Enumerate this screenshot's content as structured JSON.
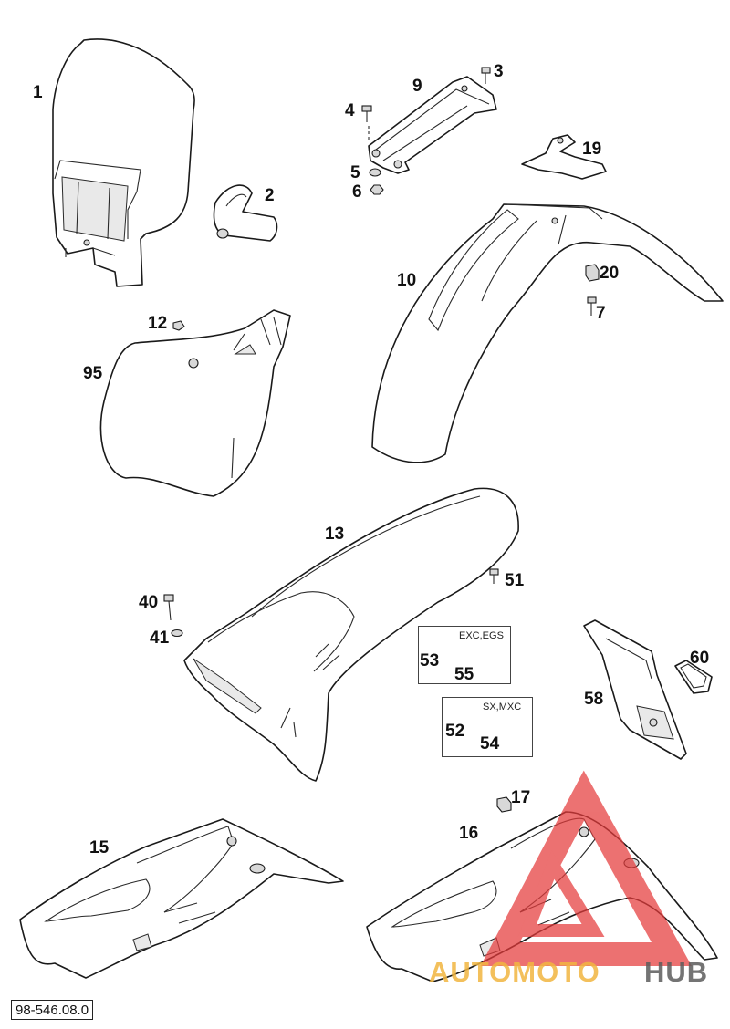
{
  "diagram": {
    "callouts": [
      "1",
      "2",
      "3",
      "4",
      "5",
      "6",
      "9",
      "19",
      "10",
      "20",
      "7",
      "12",
      "95",
      "13",
      "51",
      "40",
      "41",
      "53",
      "55",
      "52",
      "54",
      "58",
      "60",
      "15",
      "16",
      "17"
    ],
    "variant_groups": [
      {
        "tag": "EXC,EGS",
        "parts": [
          "53",
          "55"
        ]
      },
      {
        "tag": "SX,MXC",
        "parts": [
          "52",
          "54"
        ]
      }
    ],
    "drawing_code": "98-546.08.0"
  },
  "watermark": {
    "text_part1": "AUTOMOTO",
    "text_part2": "HUB",
    "colors": {
      "part1": "#f2b640",
      "part2": "#5c5c5c",
      "logo": "#e53b3b"
    }
  }
}
